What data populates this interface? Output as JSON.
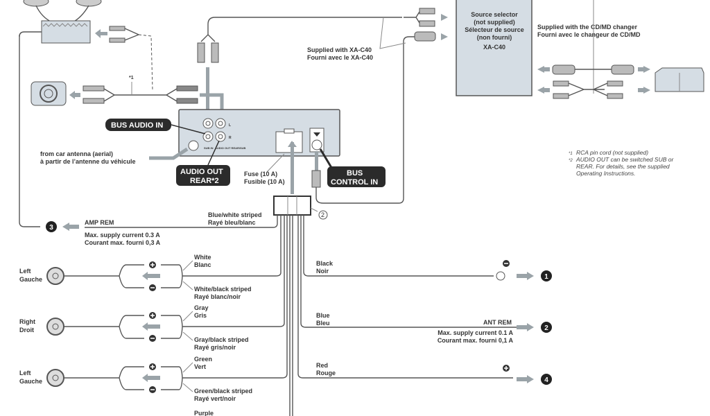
{
  "colors": {
    "unit_fill": "#d5dde4",
    "label_bg": "#2b2b2b",
    "arrow": "#9aa3a8"
  },
  "source_selector": {
    "l1": "Source selector",
    "l2": "(not supplied)",
    "l3": "Sélecteur de source",
    "l4": "(non fourni)",
    "l5": "XA-C40"
  },
  "cdmd": {
    "l1": "Supplied with the CD/MD changer",
    "l2": "Fourni avec le changeur de CD/MD"
  },
  "xac40": {
    "l1": "Supplied with XA-C40",
    "l2": "Fourni avec le XA-C40"
  },
  "star1": "*1",
  "labels": {
    "bus_audio_in": "BUS AUDIO IN",
    "audio_out_1": "AUDIO OUT",
    "audio_out_2": "REAR*2",
    "bus_control_1": "BUS",
    "bus_control_2": "CONTROL IN",
    "jack_l": "L",
    "jack_r": "R",
    "sub_in": "SUB IN",
    "audio_out_small": "AUDIO OUT REAR/SUB"
  },
  "antenna": {
    "l1": "from car antenna (aerial)",
    "l2": "à partir de l’antenne du véhicule"
  },
  "fuse": {
    "l1": "Fuse (10 A)",
    "l2": "Fusible (10 A)"
  },
  "harness_num": "2",
  "notes": {
    "n1_mark": "*1",
    "n1": "RCA pin cord (not supplied)",
    "n2_mark": "*2",
    "n2a": "AUDIO OUT can be switched SUB or",
    "n2b": "REAR. For details, see the supplied",
    "n2c": "Operating Instructions."
  },
  "amp_rem": {
    "num": "3",
    "label": "AMP REM",
    "wire1": "Blue/white striped",
    "wire2": "Rayé bleu/blanc",
    "cur1": "Max. supply current 0.3 A",
    "cur2": "Courant max. fourni 0,3 A"
  },
  "speakers": [
    {
      "name1": "Left",
      "name2": "Gauche",
      "pos1": "White",
      "pos2": "Blanc",
      "neg1": "White/black striped",
      "neg2": "Rayé blanc/noir"
    },
    {
      "name1": "Right",
      "name2": "Droit",
      "pos1": "Gray",
      "pos2": "Gris",
      "neg1": "Gray/black striped",
      "neg2": "Rayé gris/noir"
    },
    {
      "name1": "Left",
      "name2": "Gauche",
      "pos1": "Green",
      "pos2": "Vert",
      "neg1": "Green/black striped",
      "neg2": "Rayé vert/noir"
    }
  ],
  "purple": "Purple",
  "right_wires": [
    {
      "c1": "Black",
      "c2": "Noir",
      "num": "1"
    },
    {
      "c1": "Blue",
      "c2": "Bleu",
      "num": "2",
      "label": "ANT REM",
      "cur1": "Max. supply current 0.1 A",
      "cur2": "Courant max. fourni 0,1 A"
    },
    {
      "c1": "Red",
      "c2": "Rouge",
      "num": "4"
    }
  ]
}
